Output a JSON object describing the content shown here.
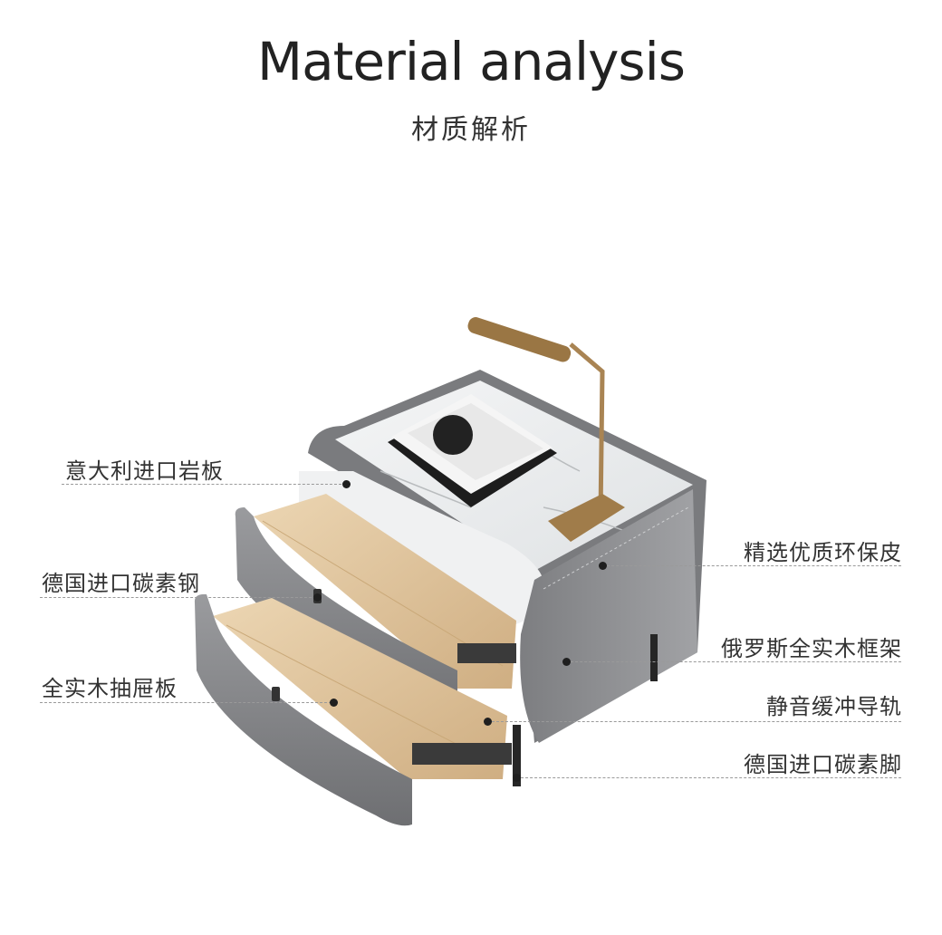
{
  "header": {
    "title": "Material analysis",
    "subtitle": "材质解析"
  },
  "callouts": {
    "stone_top": "意大利进口岩板",
    "carbon_steel": "德国进口碳素钢",
    "solid_wood_drawer": "全实木抽屉板",
    "leather": "精选优质环保皮",
    "wood_frame": "俄罗斯全实木框架",
    "silent_rail": "静音缓冲导轨",
    "carbon_feet": "德国进口碳素脚"
  },
  "colors": {
    "leather_grey": "#8a8b8e",
    "marble": "#eef0f1",
    "wood": "#e3c9a3",
    "brass": "#a07c4a",
    "leg": "#2a2a2a"
  }
}
